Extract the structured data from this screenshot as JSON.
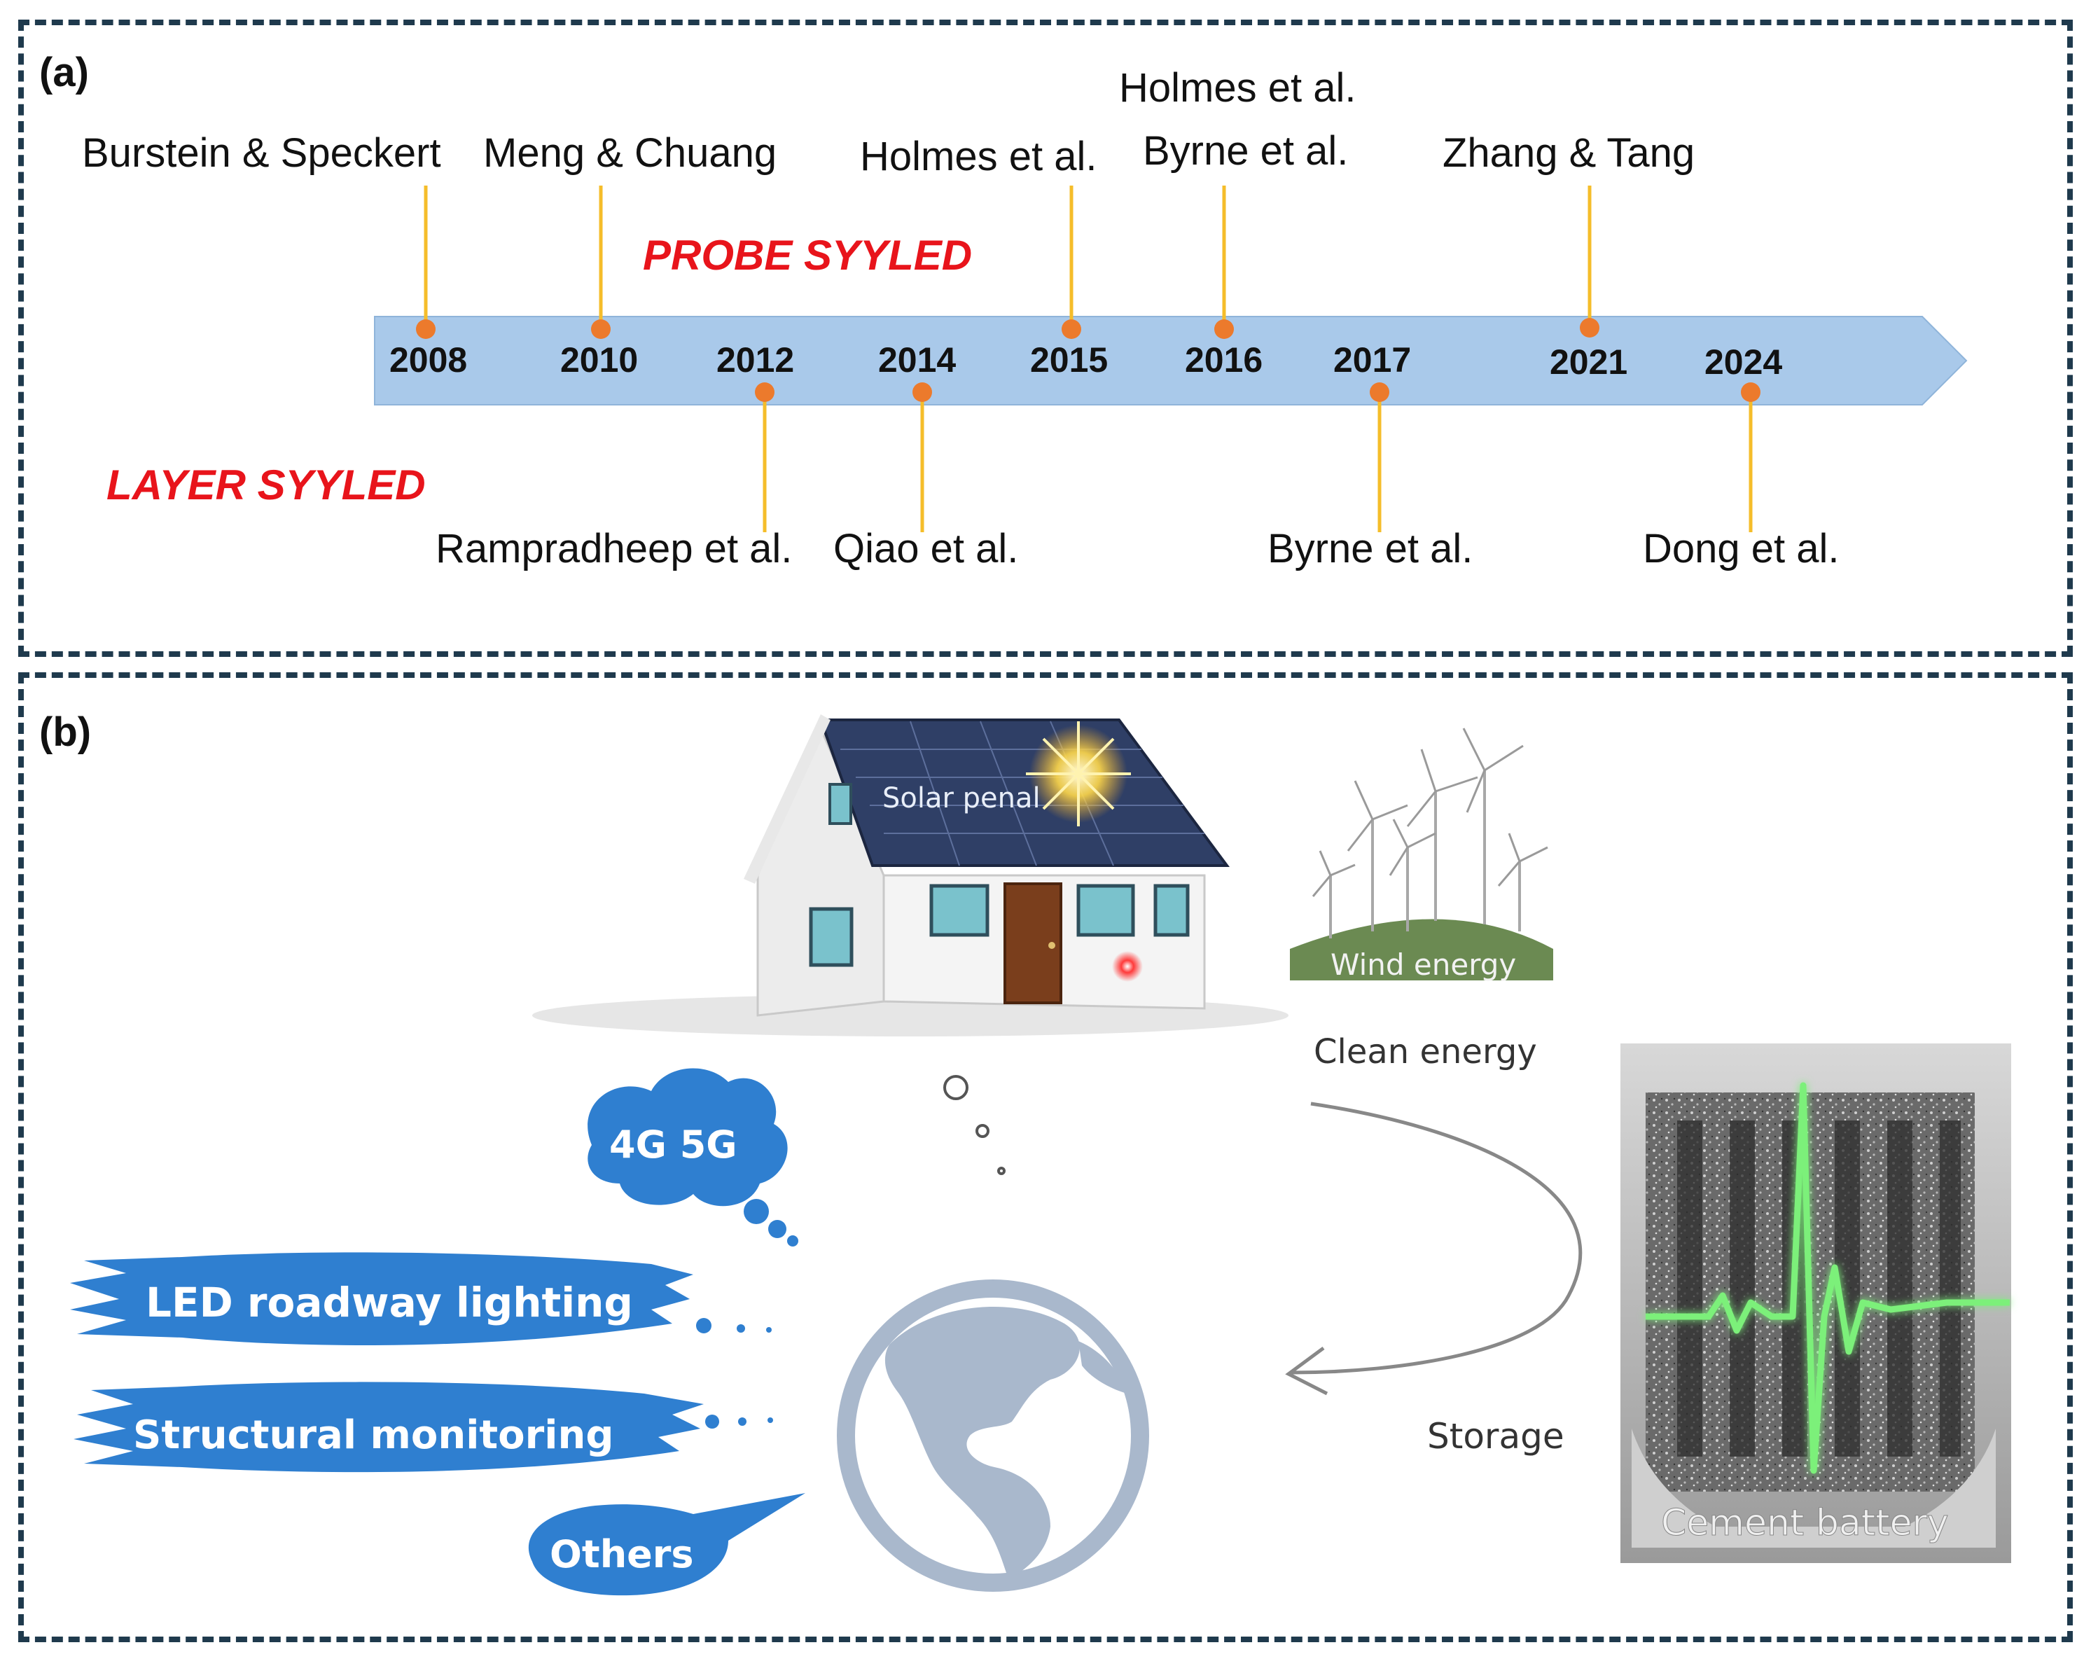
{
  "panel_a": {
    "label": "(a)",
    "probe_label": "PROBE SYYLED",
    "layer_label": "LAYER SYYLED",
    "years": [
      "2008",
      "2010",
      "2012",
      "2014",
      "2015",
      "2016",
      "2017",
      "2021",
      "2024"
    ],
    "above_authors": [
      "Burstein & Speckert",
      "Meng & Chuang",
      "Holmes et al.",
      "Holmes et al.",
      "Byrne et al.",
      "Zhang & Tang"
    ],
    "below_authors": [
      "Rampradheep et al.",
      "Qiao et al.",
      "Byrne et al.",
      "Dong et al."
    ],
    "colors": {
      "arrow": "#a9c9ea",
      "dot": "#ec7a2c",
      "stem": "#f5bd2a",
      "style_text": "#e8141b"
    }
  },
  "panel_b": {
    "label": "(b)",
    "solar_label": "Solar penal",
    "wind_label": "Wind energy",
    "clean_energy": "Clean energy",
    "storage": "Storage",
    "cement_battery": "Cement battery",
    "bubbles": [
      "4G 5G",
      "LED roadway lighting",
      "Structural monitoring",
      "Others"
    ],
    "colors": {
      "bubble": "#2f7fd0",
      "globe": "#a9b8cc",
      "signal": "#7cf07a"
    }
  }
}
